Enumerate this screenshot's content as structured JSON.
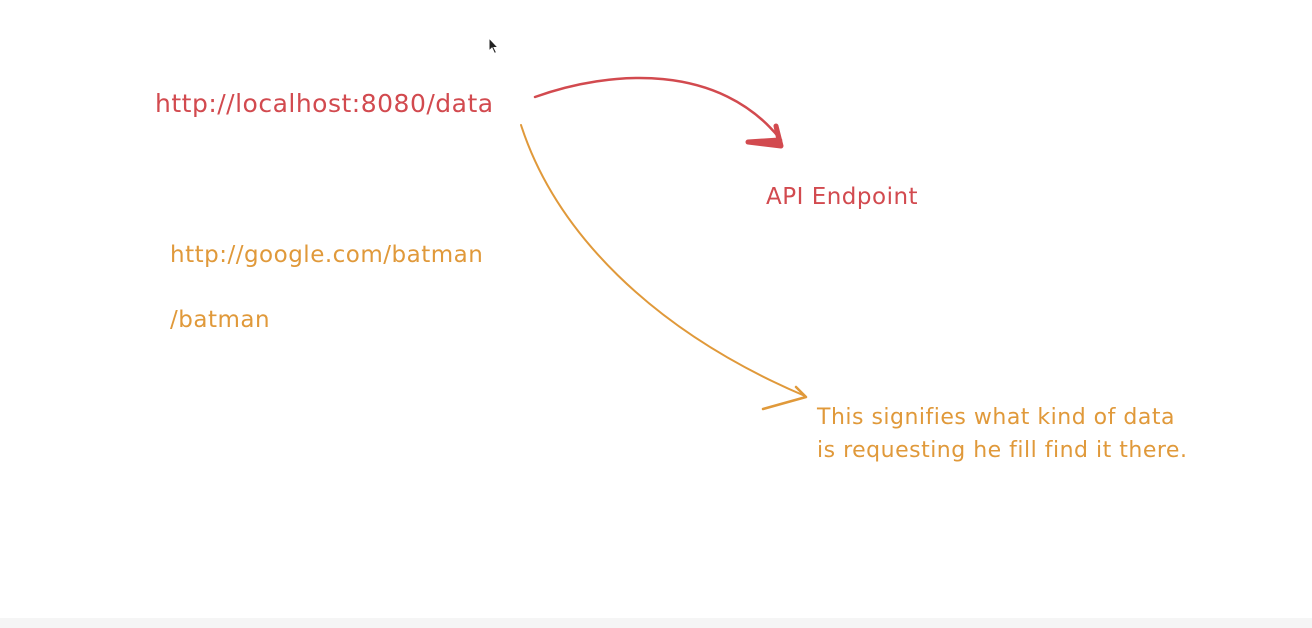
{
  "colors": {
    "red": "#d24a4f",
    "orange": "#e0993a"
  },
  "notes": {
    "url_localhost": "http://localhost:8080/data",
    "api_endpoint": "API Endpoint",
    "url_google": "http://google.com/batman",
    "path_batman": "/batman",
    "description_line1": "This signifies what kind of data",
    "description_line2": "is requesting he fill find it there."
  },
  "icons": {
    "cursor": "mouse-pointer-icon"
  }
}
